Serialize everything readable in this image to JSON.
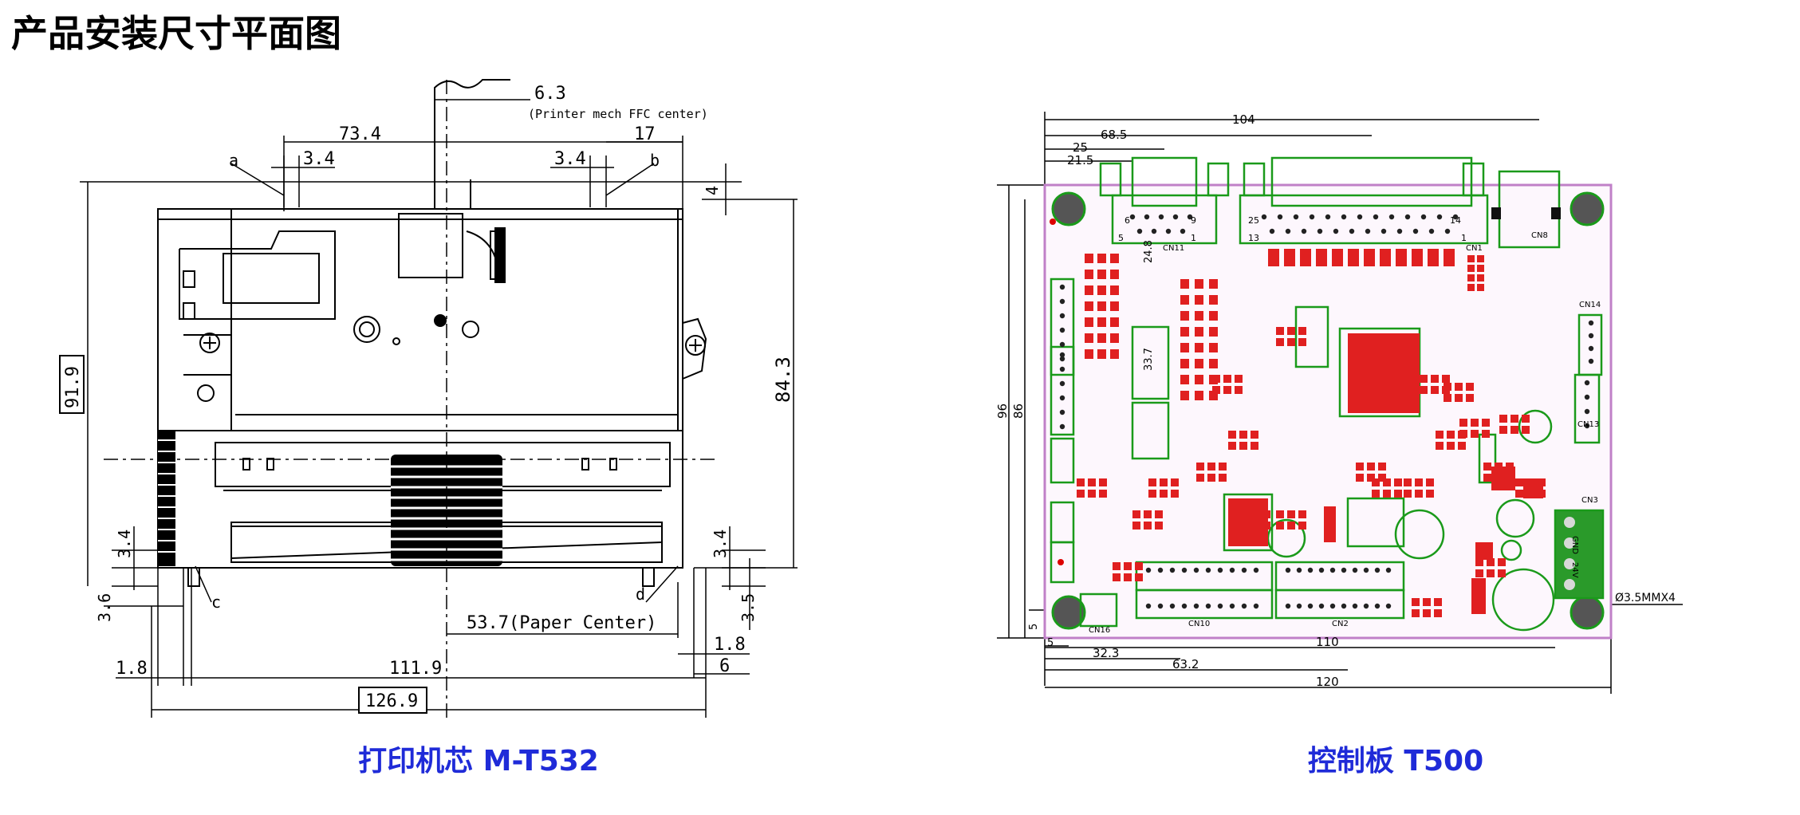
{
  "page": {
    "title": "产品安装尺寸平面图"
  },
  "left_drawing": {
    "caption": "打印机芯 M-T532",
    "dims": {
      "d_6_3": "6.3",
      "ffc_note": "(Printer mech FFC center)",
      "d_73_4": "73.4",
      "d_17": "17",
      "d_3_4_left": "3.4",
      "d_3_4_right": "3.4",
      "label_a": "a",
      "label_b": "b",
      "label_c": "c",
      "label_d": "d",
      "d_4": "4",
      "d_91_9": "91.9",
      "d_84_3": "84.3",
      "d_3_4_v_left": "3.4",
      "d_3_4_v_right": "3.4",
      "d_3_6": "3.6",
      "d_3_5": "3.5",
      "d_53_7": "53.7(Paper Center)",
      "d_1_8_right": "1.8",
      "d_6": "6",
      "d_1_8_left": "1.8",
      "d_111_9": "111.9",
      "d_126_9": "126.9"
    }
  },
  "right_drawing": {
    "caption": "控制板 T500",
    "dims": {
      "d_104": "104",
      "d_68_5": "68.5",
      "d_25": "25",
      "d_21_5": "21.5",
      "d_96_outer": "96",
      "d_86": "86",
      "d_5_v": "5",
      "d_5_h": "5",
      "d_32_3": "32.3",
      "d_110": "110",
      "d_63_2": "63.2",
      "d_120": "120",
      "hole_note": "Ø3.5MMX4",
      "d_24_8": "24.8",
      "d_33_7": "33.7"
    },
    "labels": {
      "cn1": "CN1",
      "cn2": "CN2",
      "cn3": "CN3",
      "cn8": "CN8",
      "cn10": "CN10",
      "cn11": "CN11",
      "cn13": "CN13",
      "cn14": "CN14",
      "cn16": "CN16",
      "pin25": "25",
      "pin13": "13",
      "pin14": "14",
      "pin1": "1",
      "pin6": "6",
      "pin9": "9",
      "pin5": "5",
      "pin1b": "1",
      "gnd": "GND",
      "v24": "24V"
    }
  },
  "colors": {
    "board_outline": "#c080c8",
    "silk": "#1a9a1a",
    "pad": "#e02020",
    "caption": "#1f2bd8"
  }
}
